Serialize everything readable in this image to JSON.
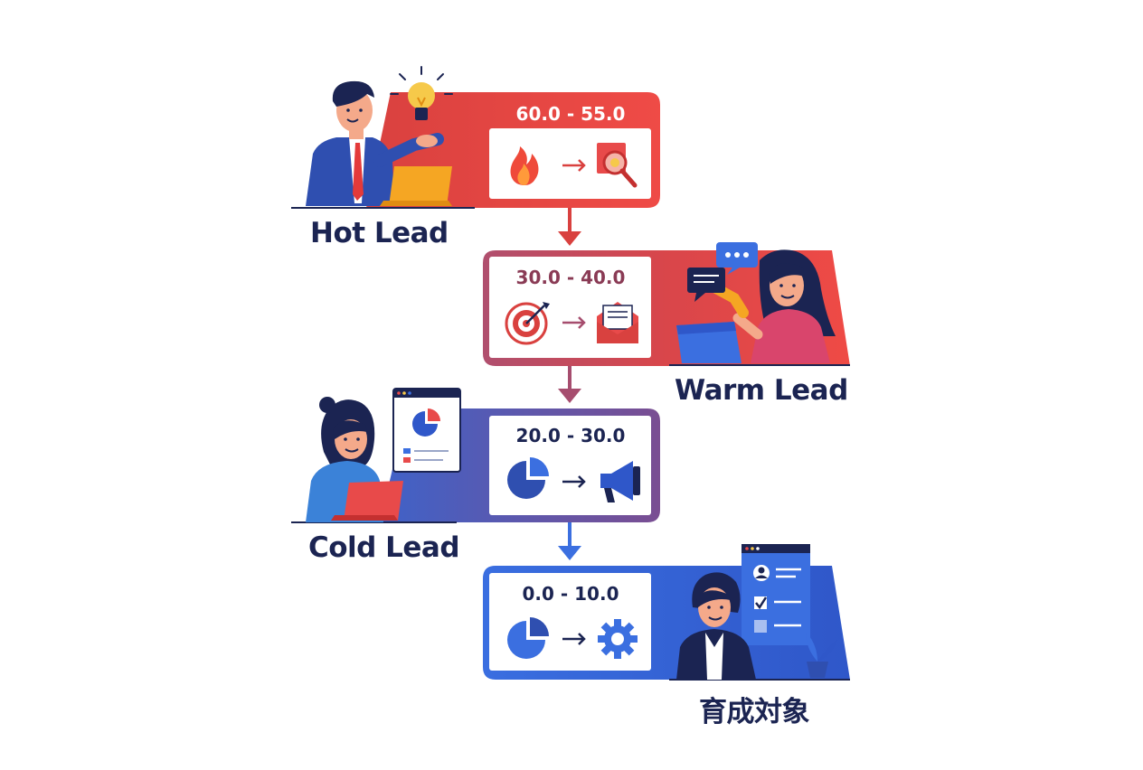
{
  "colors": {
    "hot": "#e8453f",
    "warm": "#a64d6e",
    "cold": "#6a4fa0",
    "nurture": "#3f6fd8",
    "navy": "#1b2452",
    "blue": "#3b6fe0"
  },
  "stages": [
    {
      "label": "Hot Lead",
      "range": "60.0 - 55.0",
      "icons": [
        "flame-icon",
        "magnifier-icon"
      ],
      "range_color": "#ffffff"
    },
    {
      "label": "Warm Lead",
      "range": "30.0 - 40.0",
      "icons": [
        "target-icon",
        "envelope-icon"
      ],
      "range_color": "#8a3b55"
    },
    {
      "label": "Cold Lead",
      "range": "20.0 - 30.0",
      "icons": [
        "pie-chart-icon",
        "megaphone-icon"
      ],
      "range_color": "#1b2452"
    },
    {
      "label": "育成対象",
      "range": "0.0 - 10.0",
      "icons": [
        "pie-chart-icon",
        "gear-icon"
      ],
      "range_color": "#1b2452"
    }
  ]
}
